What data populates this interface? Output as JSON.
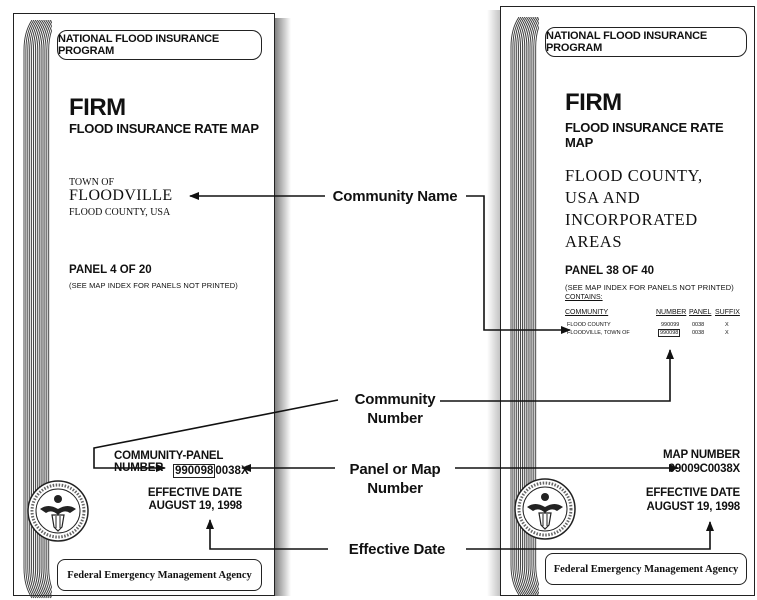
{
  "left_cover": {
    "program": "NATIONAL FLOOD INSURANCE PROGRAM",
    "firm": "FIRM",
    "firm_full": "FLOOD INSURANCE RATE MAP",
    "town_of": "TOWN OF",
    "community": "FLOODVILLE",
    "county": "FLOOD COUNTY, USA",
    "panel": "PANEL 4 OF 20",
    "see_index": "(SEE MAP INDEX FOR PANELS NOT PRINTED)",
    "number_label": "COMMUNITY-PANEL NUMBER",
    "community_number": "990098",
    "panel_suffix": "0038X",
    "effective_label": "EFFECTIVE DATE",
    "effective_date": "AUGUST 19, 1998",
    "agency": "Federal Emergency Management Agency"
  },
  "right_cover": {
    "program": "NATIONAL FLOOD INSURANCE PROGRAM",
    "firm": "FIRM",
    "firm_full": "FLOOD INSURANCE RATE MAP",
    "county_line1": "FLOOD COUNTY,",
    "county_line2": "USA AND",
    "county_line3": "INCORPORATED AREAS",
    "panel": "PANEL 38 OF 40",
    "see_index": "(SEE MAP INDEX FOR PANELS NOT PRINTED)",
    "contains": "CONTAINS:",
    "table": {
      "headers": [
        "COMMUNITY",
        "NUMBER",
        "PANEL",
        "SUFFIX"
      ],
      "rows": [
        [
          "FLOOD COUNTY",
          "990099",
          "0038",
          "X"
        ],
        [
          "FLOODVILLE, TOWN OF",
          "990098",
          "0038",
          "X"
        ]
      ]
    },
    "number_label": "MAP NUMBER",
    "map_number": "99009C0038X",
    "effective_label": "EFFECTIVE DATE",
    "effective_date": "AUGUST 19, 1998",
    "agency": "Federal Emergency Management Agency"
  },
  "callouts": {
    "community_name": "Community Name",
    "community_number_1": "Community",
    "community_number_2": "Number",
    "panel_map_1": "Panel or Map",
    "panel_map_2": "Number",
    "effective_date": "Effective Date"
  }
}
